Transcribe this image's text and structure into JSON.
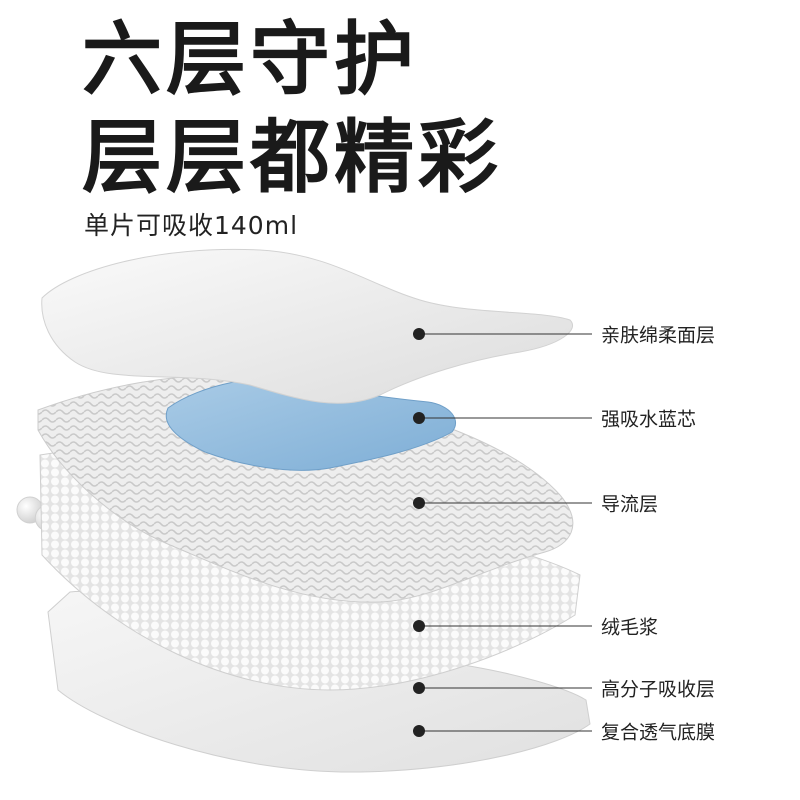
{
  "headline": {
    "line1": "六层守护",
    "line2": "层层都精彩"
  },
  "subtitle": "单片可吸收140ml",
  "layers": [
    {
      "label": "亲肤绵柔面层"
    },
    {
      "label": "强吸水蓝芯"
    },
    {
      "label": "导流层"
    },
    {
      "label": "绒毛浆"
    },
    {
      "label": "高分子吸收层"
    },
    {
      "label": "复合透气底膜"
    }
  ],
  "colors": {
    "text": "#1a1a1a",
    "core_blue": "#8fb9dc",
    "layer_white": "#f2f2f2",
    "marker": "#222222"
  }
}
